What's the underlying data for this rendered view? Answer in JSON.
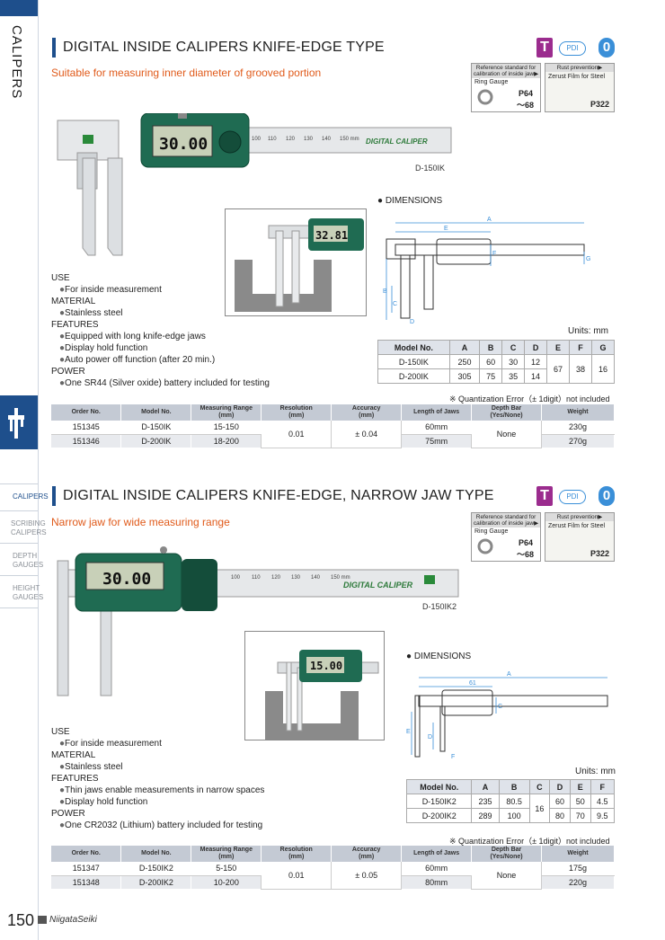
{
  "sidebar": {
    "section_tab": "CALIPERS",
    "nav": [
      {
        "label": "CALIPERS",
        "active": true
      },
      {
        "label": "SCRIBING CALIPERS",
        "active": false
      },
      {
        "label": "DEPTH GAUGES",
        "active": false
      },
      {
        "label": "HEIGHT GAUGES",
        "active": false
      }
    ]
  },
  "products": [
    {
      "title": "DIGITAL INSIDE CALIPERS KNIFE-EDGE TYPE",
      "subtitle": "Suitable for measuring inner diameter of grooved portion",
      "badges": {
        "t": "T",
        "pdi": "PDI",
        "o": "0"
      },
      "ref1": {
        "head": "Reference standard for calibration of inside jaw▶",
        "item": "Ring Gauge",
        "page": "P64",
        "page2": "〜68"
      },
      "ref2": {
        "head": "Rust prevention▶",
        "item": "Zerust Film for Steel",
        "page": "P322"
      },
      "model_label": "D-150IK",
      "lcd": "30.00",
      "lcd_small": "32.81",
      "caliper_brand": "DIGITAL CALIPER",
      "spec": {
        "use_h": "USE",
        "use": "For inside measurement",
        "mat_h": "MATERIAL",
        "mat": "Stainless steel",
        "feat_h": "FEATURES",
        "feat": [
          "Equipped with long knife-edge jaws",
          "Display hold function",
          "Auto power off function (after 20 min.)"
        ],
        "pow_h": "POWER",
        "pow": "One SR44 (Silver oxide) battery included for testing"
      },
      "dim_title": "DIMENSIONS",
      "units": "Units: mm",
      "dim_headers": [
        "Model No.",
        "A",
        "B",
        "C",
        "D",
        "E",
        "F",
        "G"
      ],
      "dim_rows": [
        [
          "D-150IK",
          "250",
          "60",
          "30",
          "12"
        ],
        [
          "D-200IK",
          "305",
          "75",
          "35",
          "14"
        ]
      ],
      "dim_merged": {
        "E": "67",
        "F": "38",
        "G": "16"
      },
      "note": "※ Quantization Error（± 1digit）not included",
      "order_headers": [
        "Order No.",
        "Model No.",
        "Measuring Range\n(mm)",
        "Resolution\n(mm)",
        "Accuracy\n(mm)",
        "Length of Jaws",
        "Depth Bar\n(Yes/None)",
        "Weight"
      ],
      "order_rows": [
        [
          "151345",
          "D-150IK",
          "15-150",
          "60mm",
          "230g"
        ],
        [
          "151346",
          "D-200IK",
          "18-200",
          "75mm",
          "270g"
        ]
      ],
      "order_merged": {
        "resolution": "0.01",
        "accuracy": "± 0.04",
        "depth": "None"
      }
    },
    {
      "title": "DIGITAL INSIDE CALIPERS KNIFE-EDGE, NARROW JAW TYPE",
      "subtitle": "Narrow jaw for wide measuring range",
      "badges": {
        "t": "T",
        "pdi": "PDI",
        "o": "0"
      },
      "ref1": {
        "head": "Reference standard for calibration of inside jaw▶",
        "item": "Ring Gauge",
        "page": "P64",
        "page2": "〜68"
      },
      "ref2": {
        "head": "Rust prevention▶",
        "item": "Zerust Film for Steel",
        "page": "P322"
      },
      "model_label": "D-150IK2",
      "lcd": "30.00",
      "lcd_small": "15.00",
      "caliper_brand": "DIGITAL CALIPER",
      "spec": {
        "use_h": "USE",
        "use": "For inside measurement",
        "mat_h": "MATERIAL",
        "mat": "Stainless steel",
        "feat_h": "FEATURES",
        "feat": [
          "Thin jaws enable measurements in narrow spaces",
          "Display hold function"
        ],
        "pow_h": "POWER",
        "pow": "One CR2032 (Lithium) battery included for testing"
      },
      "dim_title": "DIMENSIONS",
      "units": "Units: mm",
      "dim_headers": [
        "Model No.",
        "A",
        "B",
        "C",
        "D",
        "E",
        "F"
      ],
      "dim_rows": [
        [
          "D-150IK2",
          "235",
          "80.5",
          "60",
          "50",
          "4.5"
        ],
        [
          "D-200IK2",
          "289",
          "100",
          "80",
          "70",
          "9.5"
        ]
      ],
      "dim_merged": {
        "C": "16"
      },
      "note": "※ Quantization Error（± 1digit）not included",
      "order_headers": [
        "Order No.",
        "Model No.",
        "Measuring Range\n(mm)",
        "Resolution\n(mm)",
        "Accuracy\n(mm)",
        "Length of Jaws",
        "Depth Bar\n(Yes/None)",
        "Weight"
      ],
      "order_rows": [
        [
          "151347",
          "D-150IK2",
          "5-150",
          "60mm",
          "175g"
        ],
        [
          "151348",
          "D-200IK2",
          "10-200",
          "80mm",
          "220g"
        ]
      ],
      "order_merged": {
        "resolution": "0.01",
        "accuracy": "± 0.05",
        "depth": "None"
      }
    }
  ],
  "footer": {
    "page": "150",
    "brand": "NiigataSeiki"
  }
}
